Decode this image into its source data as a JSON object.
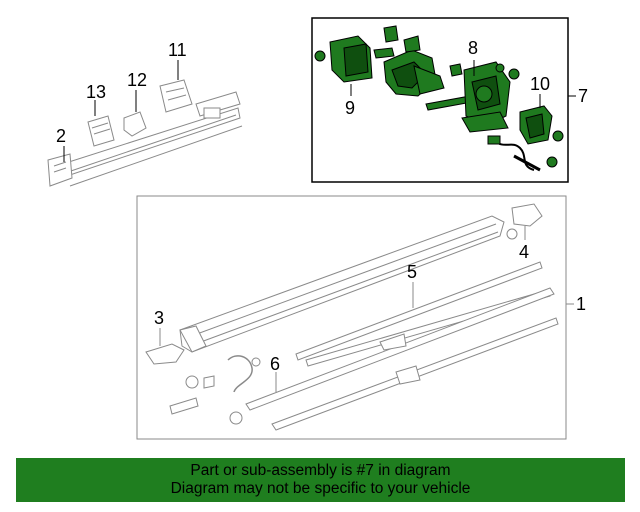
{
  "callouts": {
    "c1": "1",
    "c2": "2",
    "c3": "3",
    "c4": "4",
    "c5": "5",
    "c6": "6",
    "c7": "7",
    "c8": "8",
    "c9": "9",
    "c10": "10",
    "c11": "11",
    "c12": "12",
    "c13": "13"
  },
  "highlight_color": "#1f7e1f",
  "banner": {
    "line1": "Part or sub-assembly is #7 in diagram",
    "line2": "Diagram may not be specific to your vehicle"
  }
}
